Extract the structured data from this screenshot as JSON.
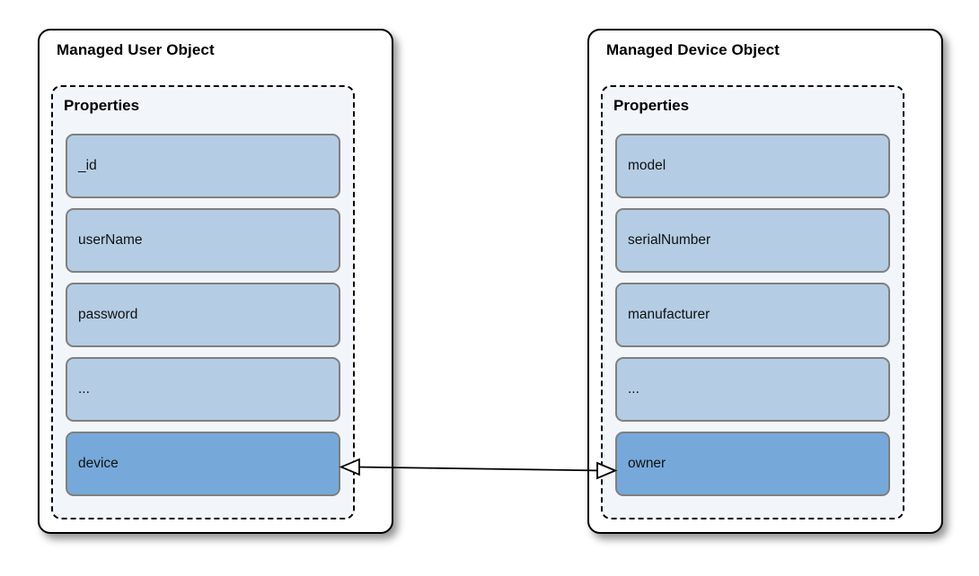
{
  "diagram": {
    "title": "Managed User Object / Managed Device Object relationship",
    "background_color": "#ffffff",
    "colors": {
      "chip_fill": "#b4cde4",
      "chip_highlight_fill": "#76a9da",
      "chip_border": "#7f7f7f",
      "card_border": "#000000",
      "compartment_fill": "#f2f5fa",
      "connector_stroke": "#000000"
    }
  },
  "nodes": [
    {
      "id": "managed-user-object",
      "title": "Managed User Object",
      "compartment_title": "Properties",
      "properties": [
        {
          "name": "_id",
          "highlight": false
        },
        {
          "name": "userName",
          "highlight": false
        },
        {
          "name": "password",
          "highlight": false
        },
        {
          "name": "...",
          "highlight": false
        },
        {
          "name": "device",
          "highlight": true
        }
      ]
    },
    {
      "id": "managed-device-object",
      "title": "Managed Device Object",
      "compartment_title": "Properties",
      "properties": [
        {
          "name": "model",
          "highlight": false
        },
        {
          "name": "serialNumber",
          "highlight": false
        },
        {
          "name": "manufacturer",
          "highlight": false
        },
        {
          "name": "...",
          "highlight": false
        },
        {
          "name": "owner",
          "highlight": true
        }
      ]
    }
  ],
  "connector": {
    "kind": "bidirectional-association",
    "source_property": "device",
    "target_property": "owner",
    "source_arrowhead": "open-triangle",
    "target_arrowhead": "open-triangle",
    "label": ""
  }
}
